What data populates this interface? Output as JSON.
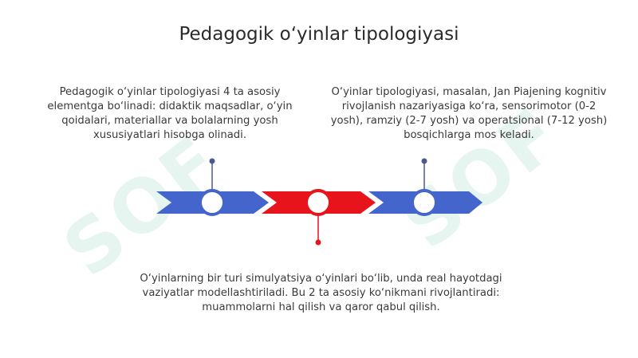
{
  "slide": {
    "title": "Pedagogik o‘yinlar tipologiyasi",
    "blocks": {
      "left": "Pedagogik o‘yinlar tipologiyasi 4 ta asosiy elementga bo‘linadi: didaktik maqsadlar, o‘yin qoidalari, materiallar va bolalarning yosh xususiyatlari hisobga olinadi.",
      "right": "O‘yinlar tipologiyasi, masalan, Jan Piajening kognitiv rivojlanish nazariyasiga ko‘ra, sensorimotor (0-2 yosh), ramziy (2-7 yosh) va operatsional (7-12 yosh) bosqichlarga mos keladi.",
      "bottom": "O‘yinlarning bir turi simulyatsiya o‘yinlari bo‘lib, unda real hayotdagi vaziyatlar modellashtiriladi. Bu 2 ta asosiy ko‘nikmani rivojlantiradi: muammolarni hal qilish va qaror qabul qilish."
    },
    "watermark": "SOF",
    "colors": {
      "blue": "#4466cc",
      "red": "#e8141c",
      "connector": "#4a5a8a"
    }
  }
}
